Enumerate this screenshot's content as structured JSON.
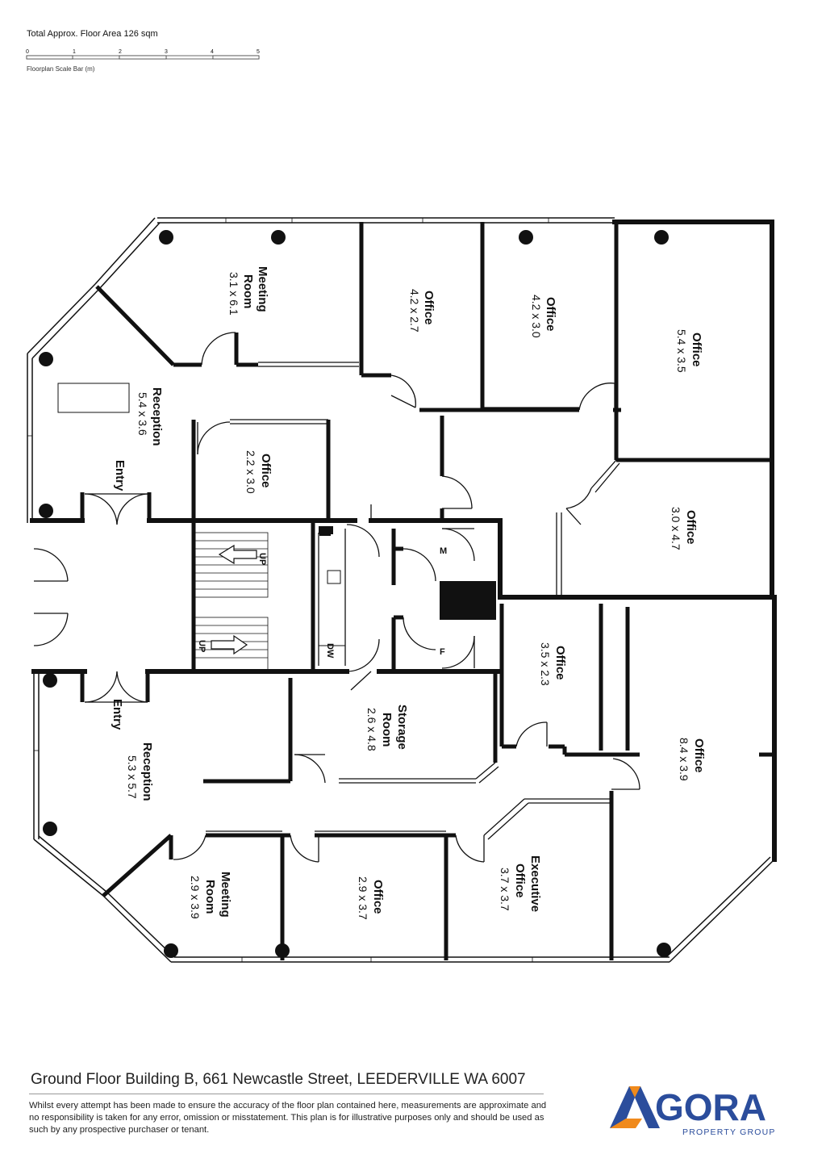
{
  "header": {
    "area_text": "Total Approx. Floor Area 126 sqm",
    "scale_ticks": [
      "0",
      "1",
      "2",
      "3",
      "4",
      "5"
    ],
    "scale_caption": "Floorplan Scale Bar (m)"
  },
  "rooms": {
    "meeting_top": {
      "name_line1": "Meeting",
      "name_line2": "Room",
      "dims": "3.1 x 6.1"
    },
    "office_a": {
      "name": "Office",
      "dims": "4.2 x 2.7"
    },
    "office_b": {
      "name": "Office",
      "dims": "4.2 x 3.0"
    },
    "office_c": {
      "name": "Office",
      "dims": "5.4 x 3.5"
    },
    "reception_top": {
      "name": "Reception",
      "dims": "5.4 x 3.6"
    },
    "office_small": {
      "name": "Office",
      "dims": "2.2 x 3.0"
    },
    "office_d": {
      "name": "Office",
      "dims": "3.0 x 4.7"
    },
    "office_e": {
      "name": "Office",
      "dims": "3.5 x 2.3"
    },
    "storage": {
      "name_line1": "Storage",
      "name_line2": "Room",
      "dims": "2.6 x 4.8"
    },
    "office_large": {
      "name": "Office",
      "dims": "8.4 x 3.9"
    },
    "reception_bottom": {
      "name": "Reception",
      "dims": "5.3 x 5.7"
    },
    "meeting_bottom": {
      "name_line1": "Meeting",
      "name_line2": "Room",
      "dims": "2.9 x 3.9"
    },
    "office_f": {
      "name": "Office",
      "dims": "2.9 x 3.7"
    },
    "executive": {
      "name_line1": "Executive",
      "name_line2": "Office",
      "dims": "3.7 x 3.7"
    }
  },
  "labels": {
    "entry_top": "Entry",
    "entry_bottom": "Entry",
    "stair_up_1": "UP",
    "stair_up_2": "UP",
    "dw": "DW",
    "m": "M",
    "f": "F"
  },
  "footer": {
    "address": "Ground Floor Building B, 661 Newcastle Street, LEEDERVILLE WA 6007",
    "disclaimer": "Whilst every attempt has been made to ensure the accuracy of the floor plan contained here, measurements are approximate and no responsibility is taken for any error, omission or misstatement. This plan is for illustrative purposes only and should be used as such by any prospective purchaser or tenant.",
    "logo_text": "GORA",
    "logo_sub": "PROPERTY GROUP",
    "logo_color": "#2b4d9c",
    "logo_accent": "#f08a1c"
  }
}
